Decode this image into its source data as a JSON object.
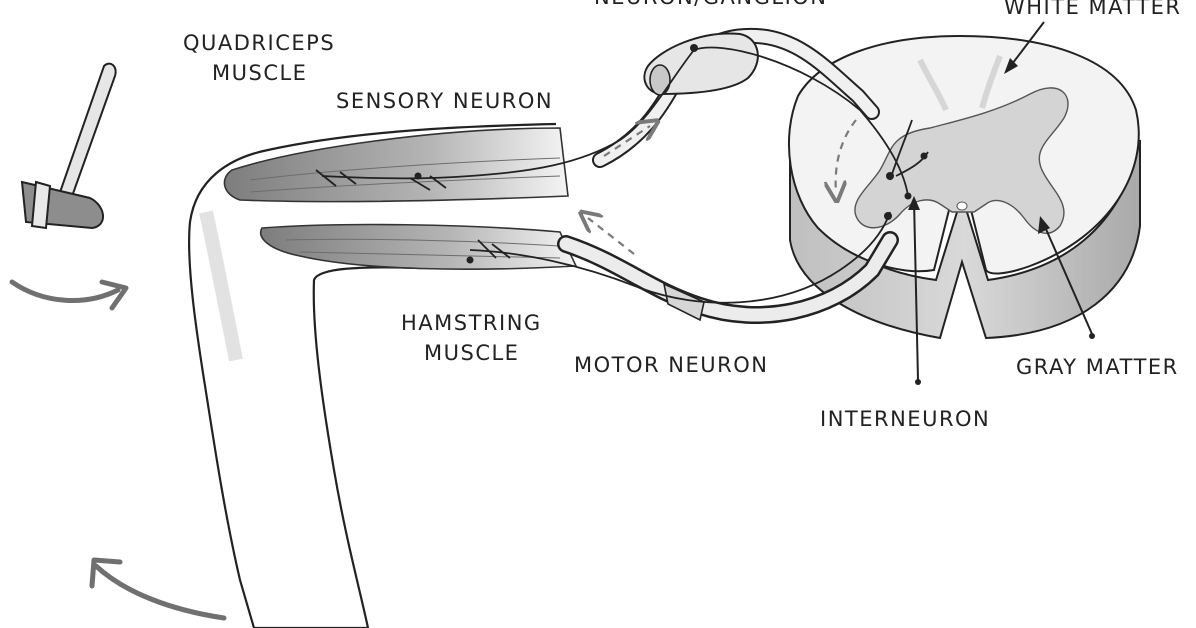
{
  "labels": {
    "neuron_ganglion": "NEURON/GANGLION",
    "white_matter": "WHITE MATTER",
    "quadriceps_line1": "QUADRICEPS",
    "quadriceps_line2": "MUSCLE",
    "sensory_neuron": "SENSORY NEURON",
    "hamstring_line1": "HAMSTRING",
    "hamstring_line2": "MUSCLE",
    "motor_neuron": "MOTOR NEURON",
    "gray_matter": "GRAY MATTER",
    "interneuron": "INTERNEURON"
  },
  "colors": {
    "ink": "#222222",
    "white_matter_fill": "#f2f2f2",
    "gray_matter_fill": "#d2d2d2",
    "side_shading": "#bdbdbd",
    "muscle_shading": "#9a9a9a",
    "arrow_gray": "#7a7a7a"
  },
  "icons": {
    "reflex_hammer": "reflex-hammer-icon",
    "tap_arrow": "curved-arrow-icon",
    "kick_arrow": "curved-arrow-icon"
  }
}
